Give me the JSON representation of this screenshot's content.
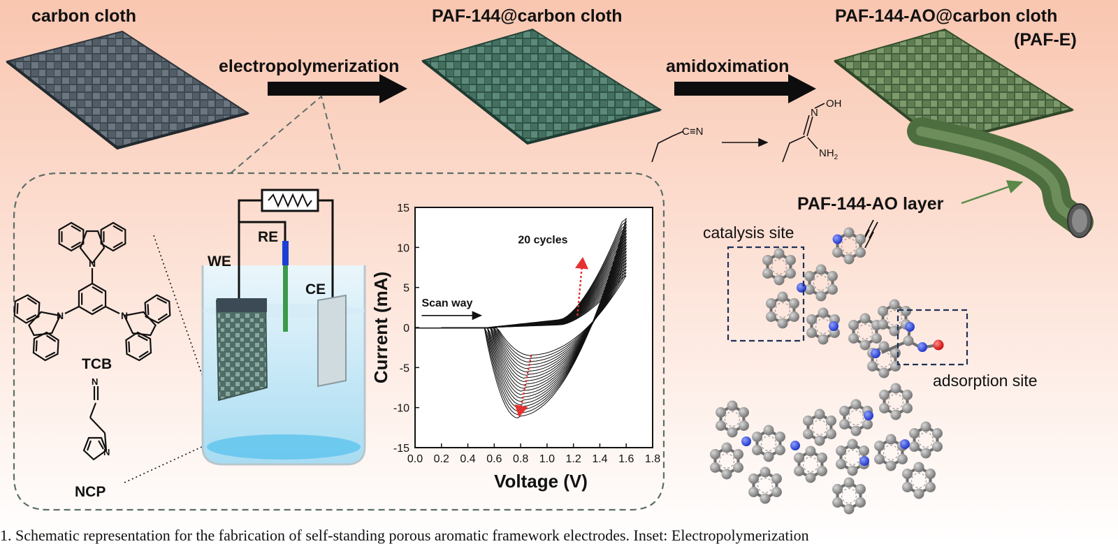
{
  "top": {
    "step1_label": "carbon cloth",
    "step2_label": "PAF-144@carbon cloth",
    "step3_label": "PAF-144-AO@carbon cloth",
    "step3_sublabel": "(PAF-E)",
    "arrow1_label": "electropolymerization",
    "arrow2_label": "amidoximation"
  },
  "reaction": {
    "oh": "OH",
    "n": "N",
    "cn": "C≡N",
    "nh2": "NH",
    "nh2_sub": "2"
  },
  "setup": {
    "monomer1": "TCB",
    "monomer2": "NCP",
    "n_label": "N",
    "we": "WE",
    "re": "RE",
    "ce": "CE"
  },
  "structure": {
    "layer_label": "PAF-144-AO layer",
    "catalysis_label": "catalysis site",
    "adsorption_label": "adsorption site"
  },
  "chart_data": {
    "type": "line",
    "title": "",
    "xlabel": "Voltage (V)",
    "ylabel": "Current (mA)",
    "xlim": [
      0.0,
      1.8
    ],
    "ylim": [
      -15,
      15
    ],
    "xticks": [
      "0.0",
      "0.2",
      "0.4",
      "0.6",
      "0.8",
      "1.0",
      "1.2",
      "1.4",
      "1.6",
      "1.8"
    ],
    "yticks": [
      "15",
      "10",
      "5",
      "0",
      "-5",
      "-10",
      "-15"
    ],
    "annotations": [
      "20 cycles",
      "Scan way"
    ],
    "cycles": 20,
    "first_cycle_peak_current": -3.5,
    "last_cycle_peak_current": -11.3,
    "first_cycle_max_current": 6.5,
    "last_cycle_max_current": 13.6,
    "switch_voltage": 1.6
  },
  "colors": {
    "background_top": "#f9c9b3",
    "cloth_gray": "#4a5560",
    "cloth_green": "#3d6b5e",
    "cloth_olive": "#5b7a50",
    "electrolyte": "#bfe3f2",
    "red_arrow": "#e53030",
    "nitrogen": "#2a3fd6",
    "oxygen": "#e01010",
    "carbon": "#8c8c8c"
  },
  "caption": "1. Schematic representation for the fabrication of self-standing porous aromatic framework electrodes. Inset: Electropolymerization"
}
